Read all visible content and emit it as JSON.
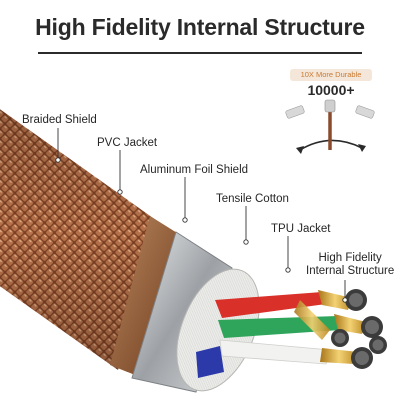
{
  "header": {
    "title": "High Fidelity Internal Structure"
  },
  "durability": {
    "badge": "10X More Durable",
    "count": "10000+"
  },
  "layers": [
    {
      "label": "Braided Shield"
    },
    {
      "label": "PVC Jacket"
    },
    {
      "label": "Aluminum Foil Shield"
    },
    {
      "label": "Tensile Cotton"
    },
    {
      "label": "TPU Jacket"
    },
    {
      "label": "High Fidelity\nInternal Structure"
    }
  ],
  "colors": {
    "braid": "#8a4b2c",
    "braid_light": "#c98a63",
    "foil": "#b9bcbf",
    "cotton": "#f1f1ef",
    "wire_red": "#d9302a",
    "wire_green": "#2ea55a",
    "wire_blue": "#2b3aa8",
    "gold": "#d6a431",
    "accent": "#c97a33"
  },
  "icons": [
    "xlr-connector-icon",
    "bend-arrow-icon"
  ]
}
